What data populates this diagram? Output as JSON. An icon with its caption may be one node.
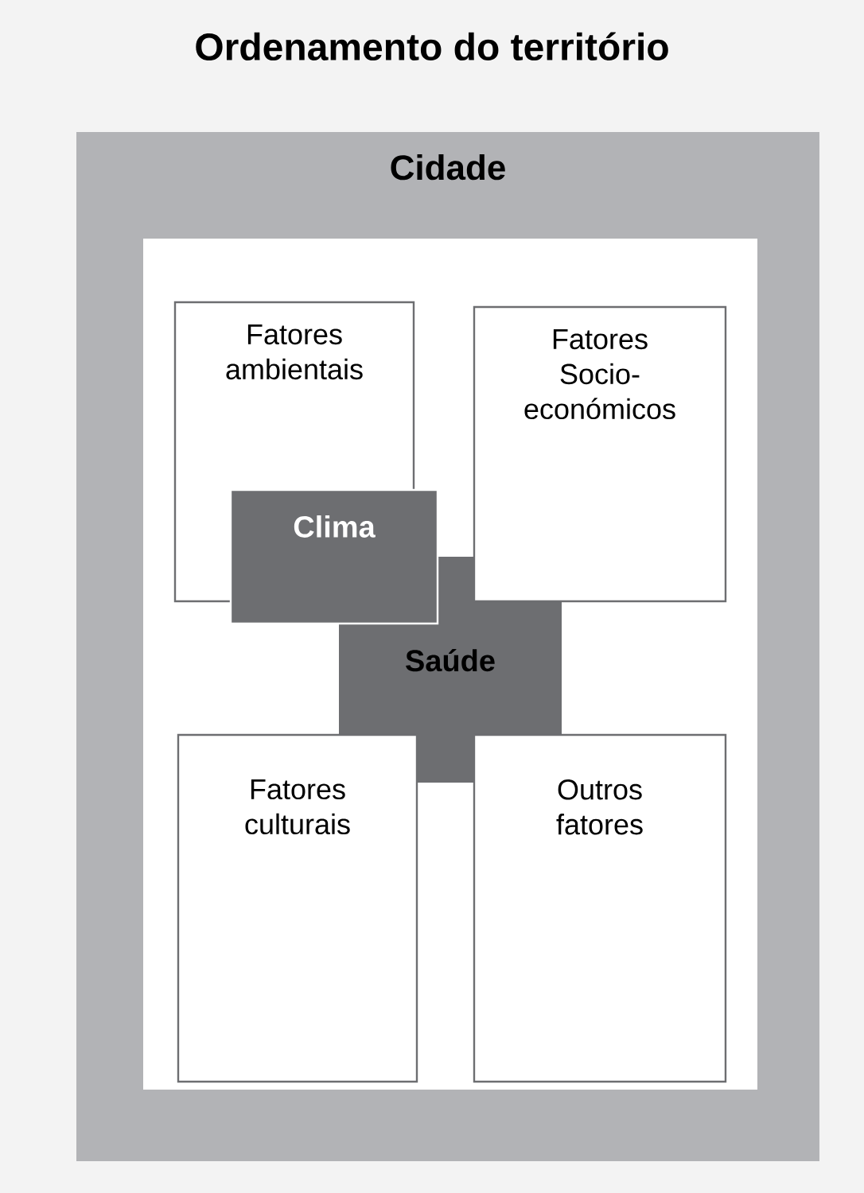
{
  "diagram": {
    "title": "Ordenamento do território",
    "nodes": [
      {
        "text": [
          "Cidade"
        ]
      },
      {
        "text": [
          "Fatores ambientais"
        ],
        "in": 0
      },
      {
        "text": [
          "Fatores Socio-económicos"
        ],
        "in": 0
      },
      {
        "text": [
          "Clima"
        ],
        "in": 0
      },
      {
        "text": [
          "Saúde"
        ],
        "in": 0
      },
      {
        "text": [
          "Fatores culturais"
        ],
        "in": 0
      },
      {
        "text": [
          "Outros fatores"
        ],
        "in": 0
      }
    ]
  }
}
